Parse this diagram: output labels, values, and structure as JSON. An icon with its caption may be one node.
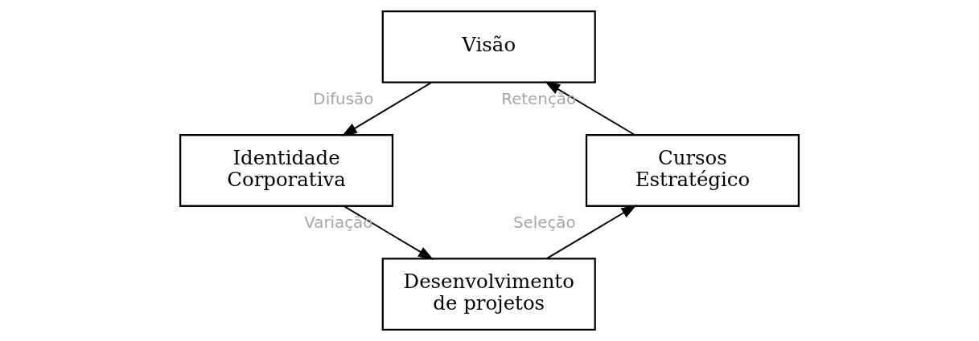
{
  "diagram": {
    "nodes": [
      {
        "text": [
          "Visão"
        ]
      },
      {
        "text": [
          "Identidade Corporativa"
        ]
      },
      {
        "text": [
          "Desenvolvimento de projetos"
        ]
      },
      {
        "text": [
          "Cursos Estratégico"
        ]
      }
    ],
    "edges": [
      {
        "from": 0,
        "to": 1,
        "arrow": "to",
        "label": "Difusão"
      },
      {
        "from": 1,
        "to": 2,
        "arrow": "to",
        "label": "Variação"
      },
      {
        "from": 2,
        "to": 3,
        "arrow": "to",
        "label": "Seleção"
      },
      {
        "from": 3,
        "to": 0,
        "arrow": "to",
        "label": "Retenção"
      }
    ]
  }
}
